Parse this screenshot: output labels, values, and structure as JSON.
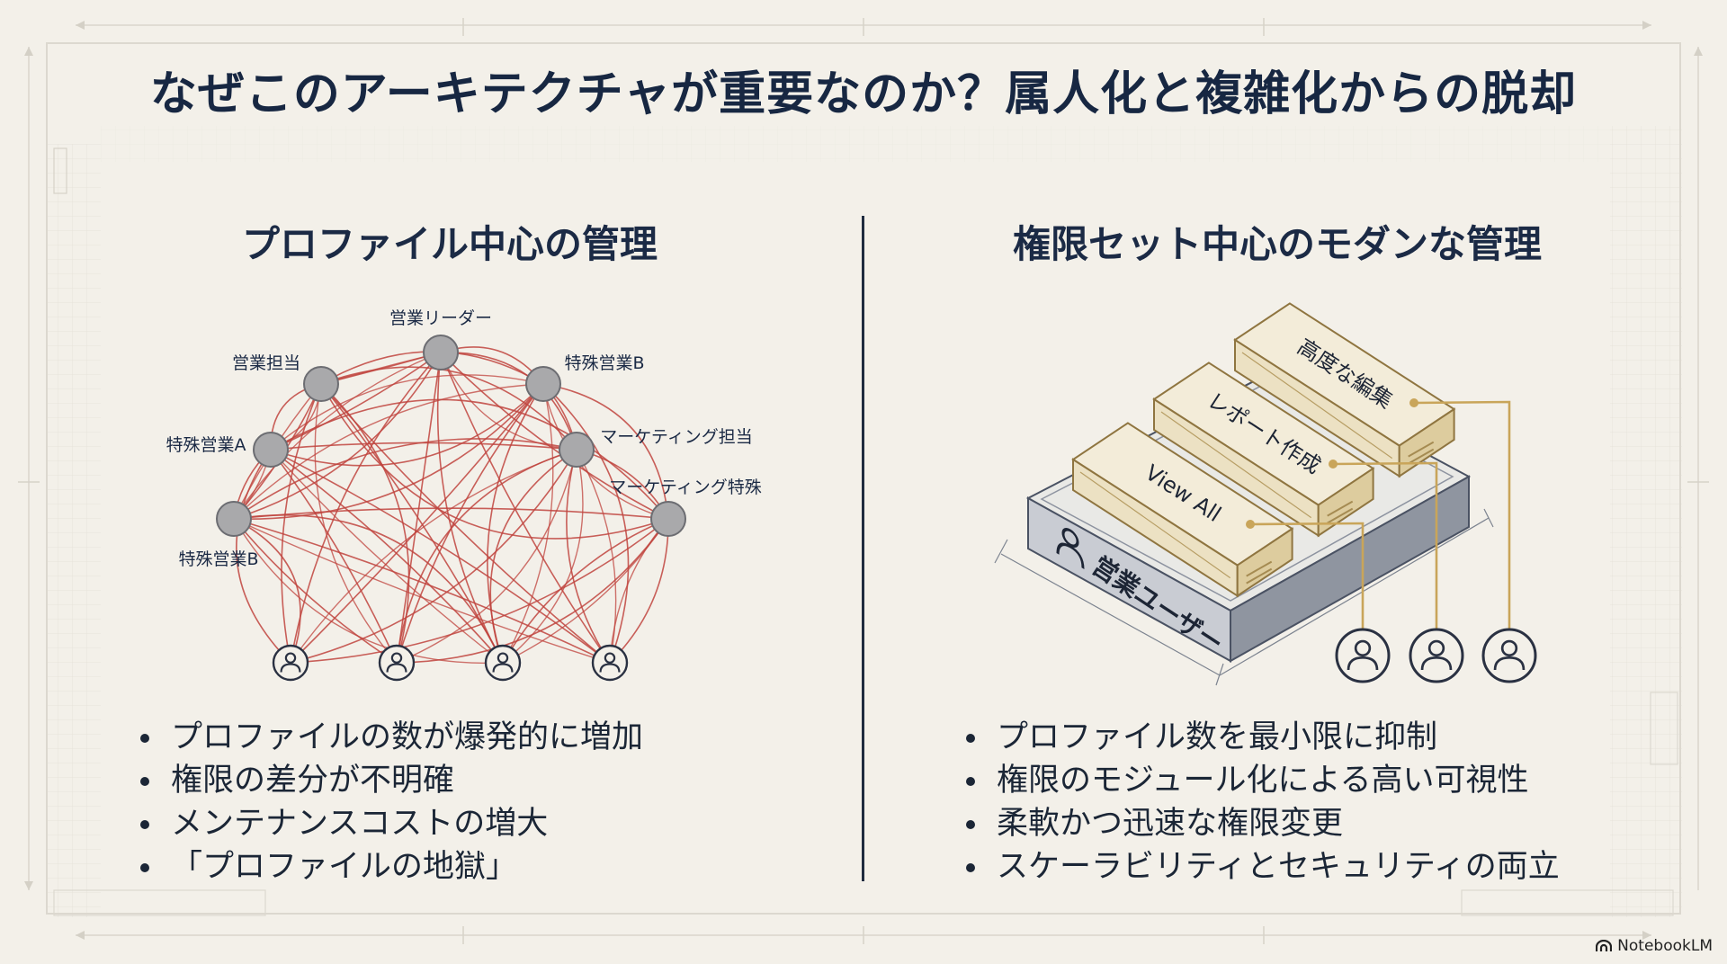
{
  "title": "なぜこのアーキテクチャが重要なのか？属人化と複雑化からの脱却",
  "left_panel": {
    "heading": "プロファイル中心の管理",
    "profiles": [
      "営業リーダー",
      "営業担当",
      "特殊営業B",
      "特殊営業A",
      "マーケティング担当",
      "マーケティング特殊",
      "特殊営業B"
    ],
    "bullets": [
      "プロファイルの数が爆発的に増加",
      "権限の差分が不明確",
      "メンテナンスコストの増大",
      "「プロファイルの地獄」"
    ]
  },
  "right_panel": {
    "heading": "権限セット中心のモダンな管理",
    "base_label": "営業ユーザー",
    "permission_sets": [
      "View All",
      "レポート作成",
      "高度な編集"
    ],
    "bullets": [
      "プロファイル数を最小限に抑制",
      "権限のモジュール化による高い可視性",
      "柔軟かつ迅速な権限変更",
      "スケーラビリティとセキュリティの両立"
    ]
  },
  "colors": {
    "background": "#f3f0e9",
    "navy": "#172742",
    "edge_red": "#c0443e",
    "node_gray": "#a9a9ab",
    "gold": "#c9a55a",
    "card_fill": "#f3ecd9",
    "base_gray": "#cdd0d6"
  },
  "brand": "NotebookLM"
}
